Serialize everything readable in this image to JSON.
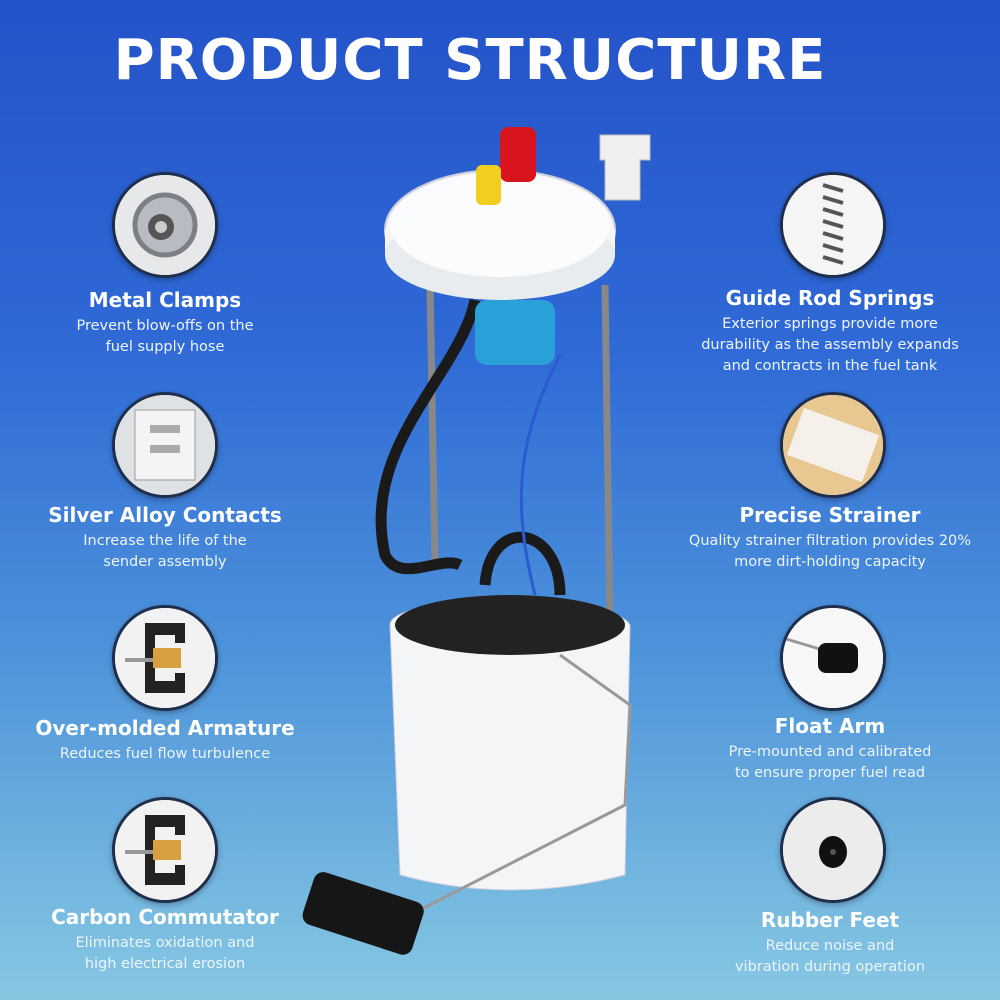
{
  "title": "PRODUCT STRUCTURE",
  "left": [
    {
      "heading": "Metal Clamps",
      "desc": [
        "Prevent blow-offs on the",
        "fuel supply hose"
      ],
      "icon": "metal-clamp-icon"
    },
    {
      "heading": "Silver Alloy Contacts",
      "desc": [
        "Increase the life of the",
        "sender assembly"
      ],
      "icon": "silver-contacts-icon"
    },
    {
      "heading": "Over-molded Armature",
      "desc": [
        "Reduces fuel flow turbulence"
      ],
      "icon": "armature-icon"
    },
    {
      "heading": "Carbon Commutator",
      "desc": [
        "Eliminates oxidation and",
        "high electrical erosion"
      ],
      "icon": "commutator-icon"
    }
  ],
  "right": [
    {
      "heading": "Guide Rod Springs",
      "desc": [
        "Exterior springs provide more",
        "durability as the assembly expands",
        "and contracts in the fuel tank"
      ],
      "icon": "spring-icon"
    },
    {
      "heading": "Precise Strainer",
      "desc": [
        "Quality strainer filtration provides 20%",
        "more dirt-holding capacity"
      ],
      "icon": "strainer-icon"
    },
    {
      "heading": "Float Arm",
      "desc": [
        "Pre-mounted and calibrated",
        "to ensure proper fuel read"
      ],
      "icon": "float-arm-icon"
    },
    {
      "heading": "Rubber Feet",
      "desc": [
        "Reduce noise and",
        "vibration during operation"
      ],
      "icon": "rubber-feet-icon"
    }
  ]
}
